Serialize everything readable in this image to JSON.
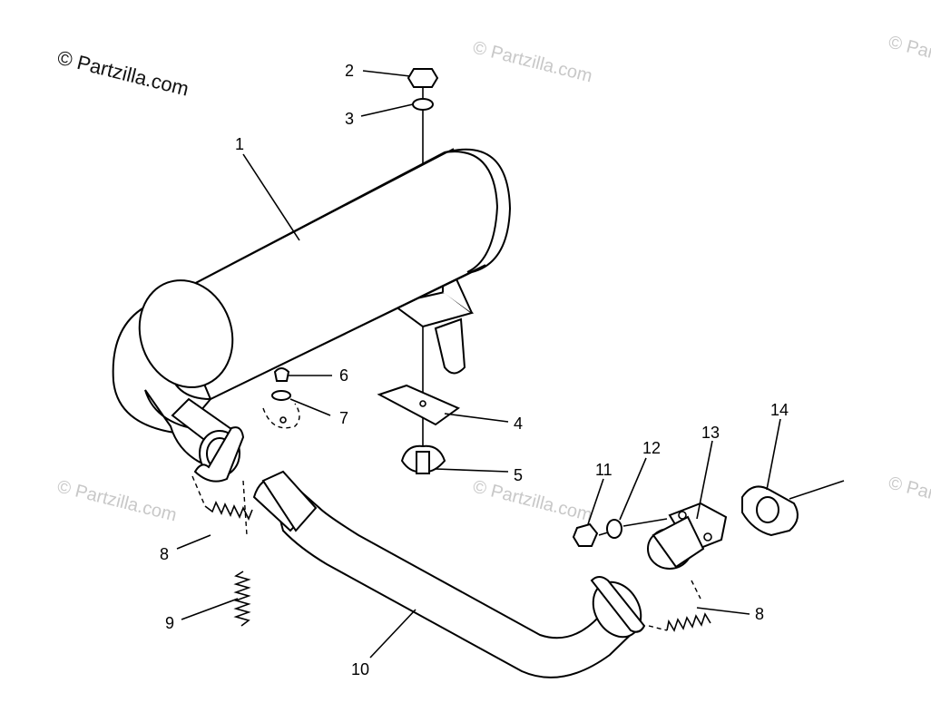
{
  "watermark": {
    "copyright": "© Partzilla.com",
    "tiled": "© Partzilla.com"
  },
  "callouts": [
    {
      "id": "callout-1",
      "label": "1"
    },
    {
      "id": "callout-2",
      "label": "2"
    },
    {
      "id": "callout-3",
      "label": "3"
    },
    {
      "id": "callout-4",
      "label": "4"
    },
    {
      "id": "callout-5",
      "label": "5"
    },
    {
      "id": "callout-6",
      "label": "6"
    },
    {
      "id": "callout-7",
      "label": "7"
    },
    {
      "id": "callout-8a",
      "label": "8"
    },
    {
      "id": "callout-8b",
      "label": "8"
    },
    {
      "id": "callout-9",
      "label": "9"
    },
    {
      "id": "callout-10",
      "label": "10"
    },
    {
      "id": "callout-11",
      "label": "11"
    },
    {
      "id": "callout-12",
      "label": "12"
    },
    {
      "id": "callout-13",
      "label": "13"
    },
    {
      "id": "callout-14",
      "label": "14"
    }
  ]
}
